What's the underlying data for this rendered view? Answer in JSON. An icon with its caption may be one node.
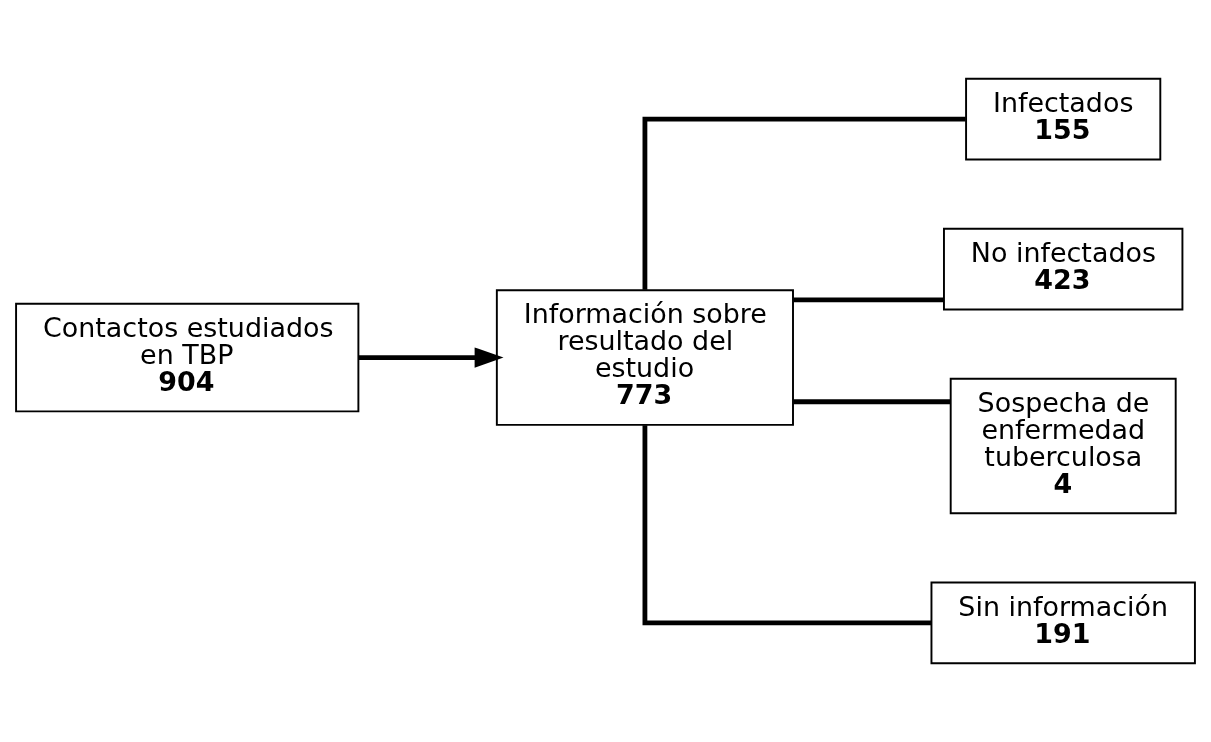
{
  "diagram": {
    "nodes": [
      {
        "text": [
          "Contactos estudiados en TBP",
          "904"
        ]
      },
      {
        "text": [
          "Información sobre resultado del estudio",
          "773"
        ]
      },
      {
        "text": [
          "Infectados",
          "155"
        ]
      },
      {
        "text": [
          "No infectados",
          "423"
        ]
      },
      {
        "text": [
          "Sospecha de enfermedad tuberculosa",
          "4"
        ]
      },
      {
        "text": [
          "Sin información",
          "191"
        ]
      }
    ],
    "edges": [
      {
        "from": 0,
        "to": 1,
        "arrow": "to"
      },
      {
        "from": 1,
        "to": 2,
        "arrow": "none"
      },
      {
        "from": 1,
        "to": 3,
        "arrow": "none"
      },
      {
        "from": 1,
        "to": 4,
        "arrow": "none"
      },
      {
        "from": 1,
        "to": 5,
        "arrow": "none"
      }
    ]
  }
}
